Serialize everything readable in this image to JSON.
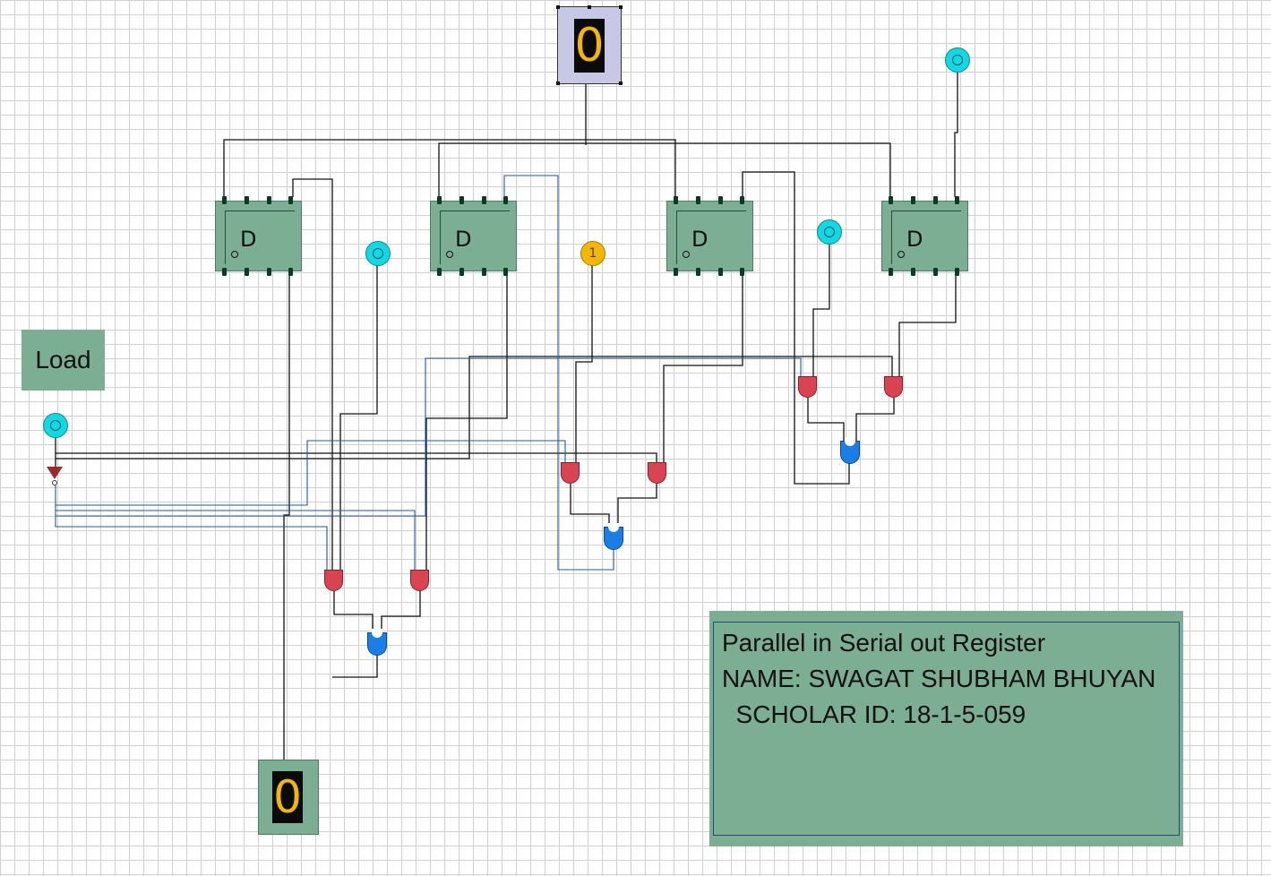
{
  "load_label": "Load",
  "flip_flops": [
    {
      "id": "ff1",
      "label": "D"
    },
    {
      "id": "ff2",
      "label": "D"
    },
    {
      "id": "ff3",
      "label": "D"
    },
    {
      "id": "ff4",
      "label": "D"
    }
  ],
  "top_display_value": "0",
  "bottom_display_value": "0",
  "input_constant_label": "1",
  "note": {
    "line1": "Parallel in Serial out Register",
    "line2": "NAME: SWAGAT SHUBHAM BHUYAN",
    "line3": "  SCHOLAR ID: 18-1-5-059"
  },
  "colors": {
    "component": "#7bae93",
    "and_gate": "#d94452",
    "or_gate": "#1a7ee6",
    "led_input": "#13d8e4",
    "led_constant": "#f2b705",
    "wire_black": "#111111",
    "wire_blue": "#1f57a8"
  }
}
